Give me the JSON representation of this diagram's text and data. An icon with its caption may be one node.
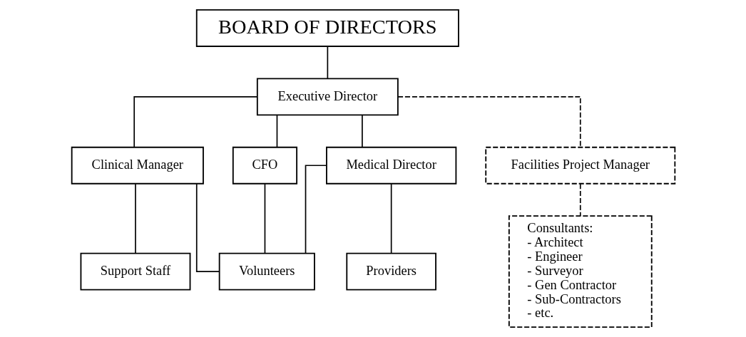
{
  "diagram": {
    "nodes": [
      {
        "text": [
          "BOARD OF DIRECTORS"
        ]
      },
      {
        "text": [
          "Executive Director"
        ]
      },
      {
        "text": [
          "Clinical Manager"
        ]
      },
      {
        "text": [
          "Medical Director"
        ]
      },
      {
        "text": [
          "CFO"
        ]
      },
      {
        "text": [
          "Facilities Project Manager"
        ]
      },
      {
        "text": [
          "Support Staff"
        ]
      },
      {
        "text": [
          "Providers"
        ]
      },
      {
        "text": [
          "Volunteers"
        ]
      },
      {
        "text": [
          "Consultants:",
          "- Architect",
          "- Engineer",
          "- Surveyor",
          "- Gen Contractor",
          "- Sub-Contractors",
          "- etc."
        ]
      }
    ],
    "edges": [
      {
        "from": 0,
        "to": 1,
        "arrow": "none"
      },
      {
        "from": 1,
        "to": 2,
        "arrow": "none"
      },
      {
        "from": 1,
        "to": 3,
        "arrow": "none"
      },
      {
        "from": 1,
        "to": 4,
        "arrow": "none"
      },
      {
        "from": 1,
        "to": 5,
        "arrow": "none",
        "style": "dashed"
      },
      {
        "from": 2,
        "to": 6,
        "arrow": "none"
      },
      {
        "from": 3,
        "to": 7,
        "arrow": "none"
      },
      {
        "from": 2,
        "to": 8,
        "arrow": "none"
      },
      {
        "from": 3,
        "to": 8,
        "arrow": "none"
      },
      {
        "from": 4,
        "to": 8,
        "arrow": "none"
      },
      {
        "from": 5,
        "to": 9,
        "arrow": "none",
        "style": "dashed"
      }
    ]
  }
}
